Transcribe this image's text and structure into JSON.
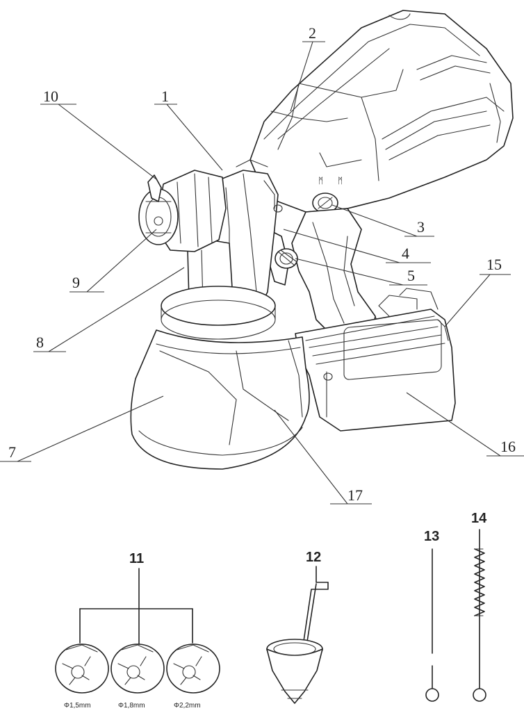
{
  "callouts": {
    "c1": "1",
    "c2": "2",
    "c3": "3",
    "c4": "4",
    "c5": "5",
    "c7": "7",
    "c8": "8",
    "c9": "9",
    "c10": "10",
    "c11": "11",
    "c12": "12",
    "c13": "13",
    "c14": "14",
    "c15": "15",
    "c16": "16",
    "c17": "17"
  },
  "nozzles": {
    "n1": "Φ1,5mm",
    "n2": "Φ1,8mm",
    "n3": "Φ2,2mm"
  },
  "dial": {
    "left": "ᛗ",
    "right": "ᛗ"
  }
}
